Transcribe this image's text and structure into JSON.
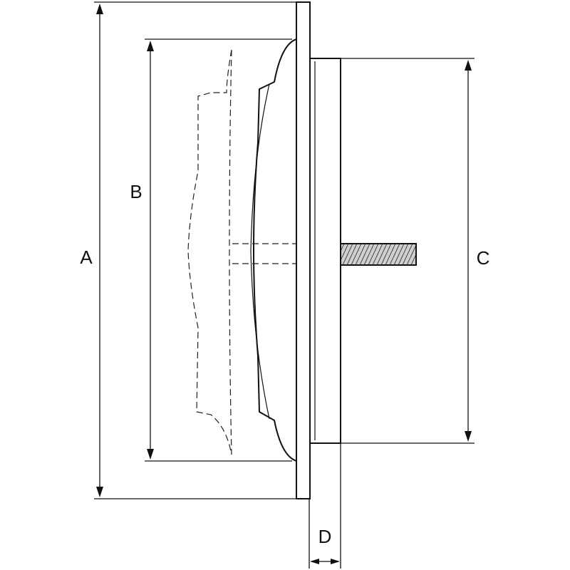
{
  "diagram": {
    "dimensions": [
      {
        "id": "A",
        "label": "A"
      },
      {
        "id": "B",
        "label": "B"
      },
      {
        "id": "C",
        "label": "C"
      },
      {
        "id": "D",
        "label": "D"
      }
    ],
    "colors": {
      "line": "#111111",
      "background": "#ffffff",
      "thread_fill": "#bdbdbd"
    }
  }
}
